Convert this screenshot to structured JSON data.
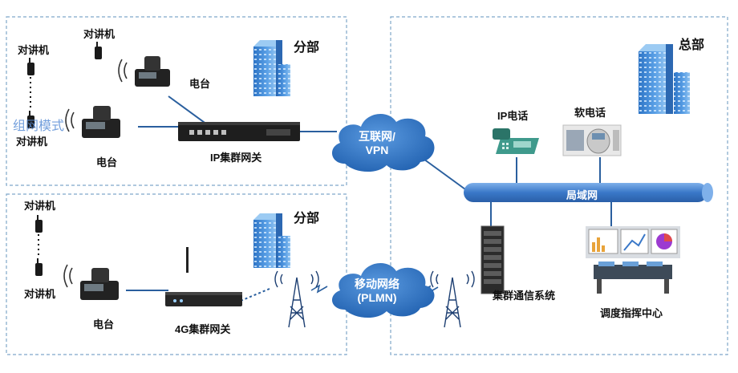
{
  "branch_top": {
    "title": "分部",
    "walkie_a": "对讲机",
    "walkie_b": "对讲机",
    "walkie_c": "对讲机",
    "radio_top": "电台",
    "radio_bottom": "电台",
    "gateway": "IP集群网关",
    "overlay": "组网模式"
  },
  "branch_bottom": {
    "title": "分部",
    "walkie_a": "对讲机",
    "walkie_b": "对讲机",
    "radio": "电台",
    "gateway": "4G集群网关"
  },
  "cloud_internet": {
    "line1": "互联网/",
    "line2": "VPN"
  },
  "cloud_mobile": {
    "line1": "移动网络",
    "line2": "(PLMN)"
  },
  "hq": {
    "title": "总部",
    "ip_phone": "IP电话",
    "soft_phone": "软电话",
    "lan": "局域网",
    "trunk_system": "集群通信系统",
    "dispatch_center": "调度指挥中心"
  },
  "colors": {
    "cloud": "#2f72c4",
    "lan_bar": "#3f7fd0",
    "link": "#2a5f9e",
    "box_border": "#7fa7c9",
    "building": "#4a8fd8"
  },
  "icons": [
    "walkie-talkie-icon",
    "radio-station-icon",
    "building-icon",
    "gateway-icon",
    "cloud-icon",
    "tower-icon",
    "ip-phone-icon",
    "soft-phone-icon",
    "server-rack-icon",
    "dispatch-console-icon"
  ]
}
